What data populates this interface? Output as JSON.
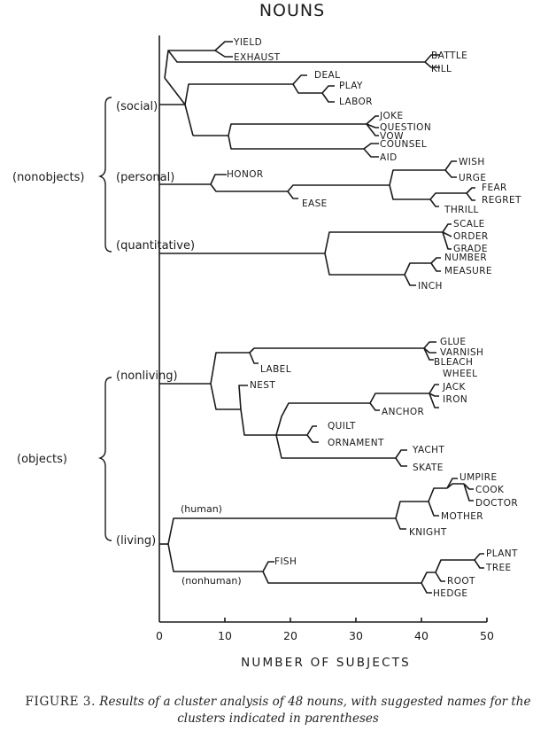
{
  "title": "NOUNS",
  "axis": {
    "label": "NUMBER OF SUBJECTS",
    "ticks": [
      "0",
      "10",
      "20",
      "30",
      "40",
      "50"
    ],
    "range": [
      0,
      50
    ]
  },
  "groups": {
    "nonobjects": "(nonobjects)",
    "social": "(social)",
    "personal": "(personal)",
    "quantitative": "(quantitative)",
    "objects": "(objects)",
    "nonliving": "(nonliving)",
    "living": "(living)",
    "human": "(human)",
    "nonhuman": "(nonhuman)"
  },
  "leaves": {
    "yield": "YIELD",
    "exhaust": "EXHAUST",
    "battle": "BATTLE",
    "kill": "KILL",
    "deal": "DEAL",
    "play": "PLAY",
    "labor": "LABOR",
    "joke": "JOKE",
    "question": "QUESTION",
    "vow": "VOW",
    "counsel": "COUNSEL",
    "aid": "AID",
    "honor": "HONOR",
    "ease": "EASE",
    "wish": "WISH",
    "urge": "URGE",
    "fear": "FEAR",
    "regret": "REGRET",
    "thrill": "THRILL",
    "scale": "SCALE",
    "order": "ORDER",
    "grade": "GRADE",
    "number": "NUMBER",
    "measure": "MEASURE",
    "inch": "INCH",
    "glue": "GLUE",
    "varnish": "VARNISH",
    "bleach": "BLEACH",
    "label": "LABEL",
    "wheel": "WHEEL",
    "jack": "JACK",
    "iron": "IRON",
    "anchor": "ANCHOR",
    "nest": "NEST",
    "quilt": "QUILT",
    "ornament": "ORNAMENT",
    "yacht": "YACHT",
    "skate": "SKATE",
    "umpire": "UMPIRE",
    "cook": "COOK",
    "doctor": "DOCTOR",
    "mother": "MOTHER",
    "knight": "KNIGHT",
    "fish": "FISH",
    "plant": "PLANT",
    "tree": "TREE",
    "root": "ROOT",
    "hedge": "HEDGE"
  },
  "caption": {
    "figure_label": "FIGURE 3.",
    "text": "Results of a cluster analysis of 48 nouns, with suggested names for the clusters indicated in parentheses"
  }
}
